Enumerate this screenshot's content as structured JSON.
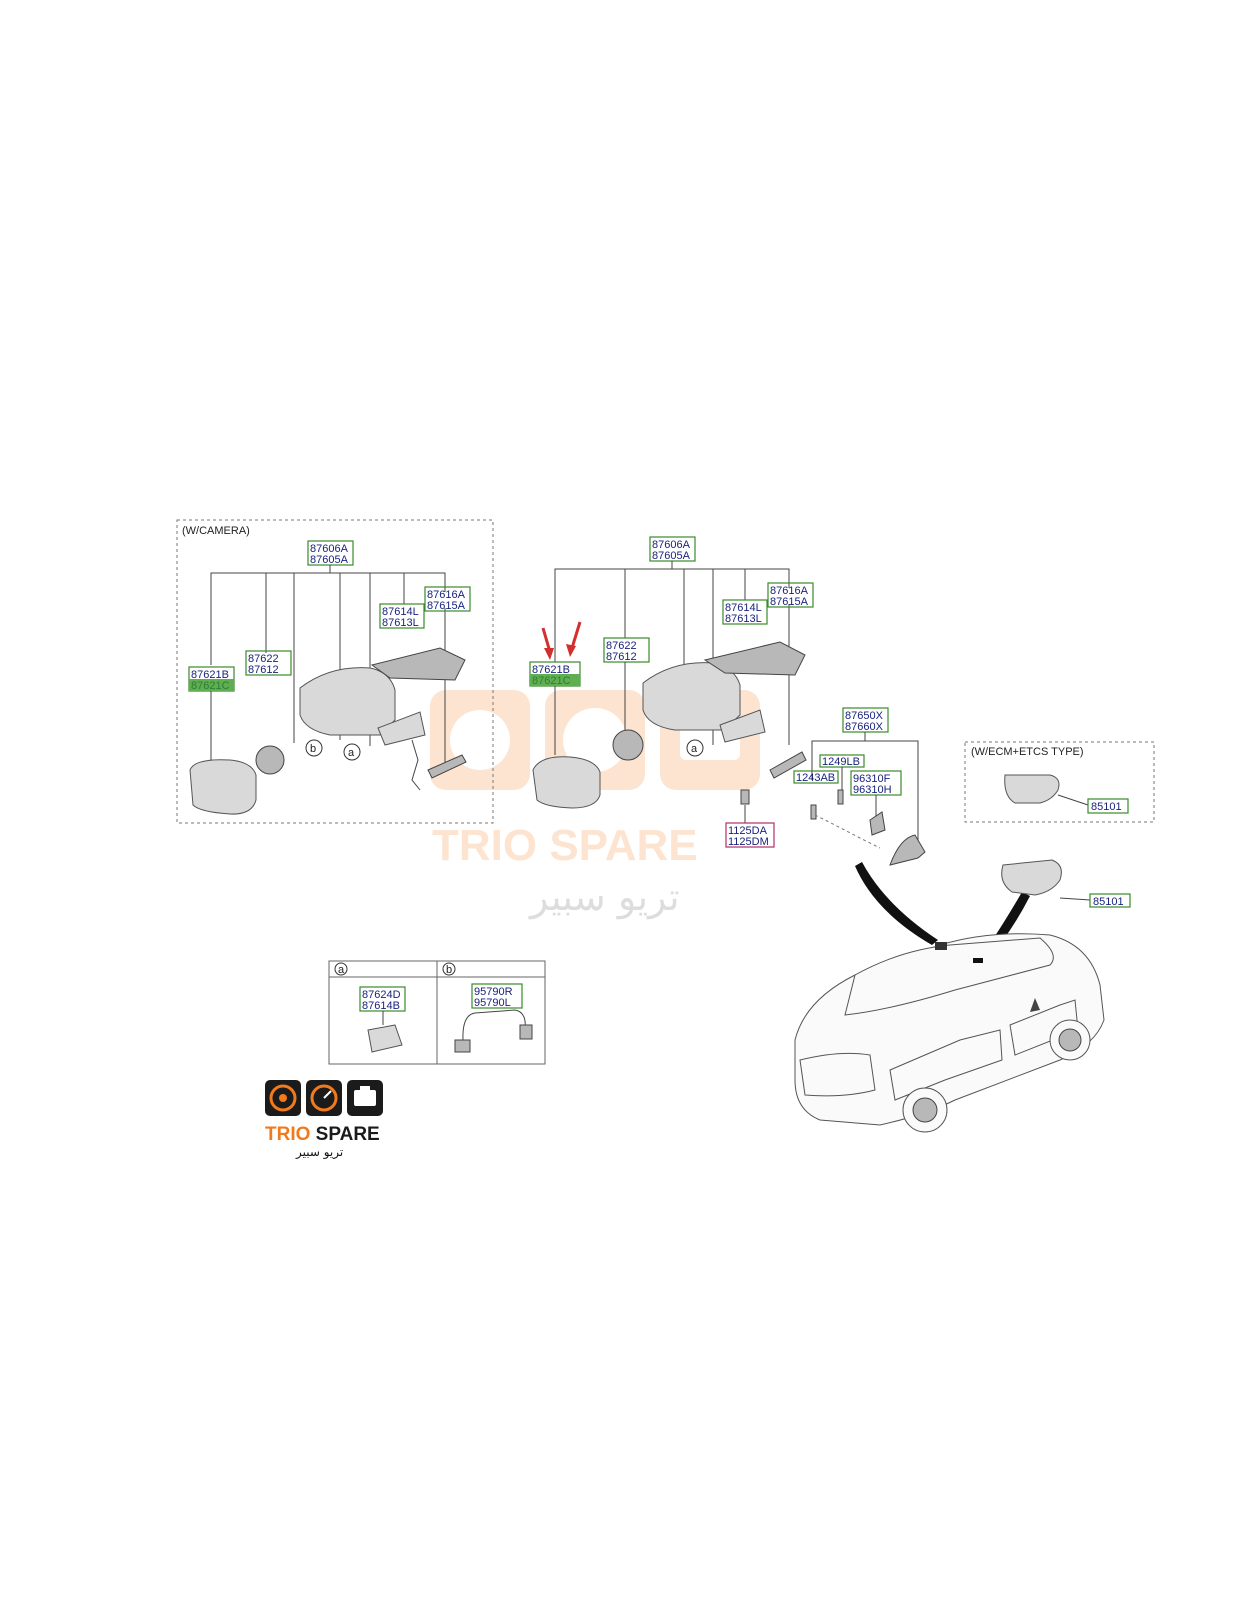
{
  "captions": {
    "camera": "(W/CAMERA)",
    "ecm": "(W/ECM+ETCS TYPE)"
  },
  "callouts": {
    "a": "a",
    "b": "b"
  },
  "left_group": {
    "top_a": "87606A",
    "top_b": "87605A",
    "p87616a": "87616A",
    "p87615a": "87615A",
    "p87614l": "87614L",
    "p87613l": "87613L",
    "p87622": "87622",
    "p87612": "87612",
    "p87621b": "87621B",
    "p87621c": "87621C"
  },
  "right_group": {
    "top_a": "87606A",
    "top_b": "87605A",
    "p87616a": "87616A",
    "p87615a": "87615A",
    "p87614l": "87614L",
    "p87613l": "87613L",
    "p87622": "87622",
    "p87612": "87612",
    "p87621b": "87621B",
    "p87621c": "87621C",
    "p1125da": "1125DA",
    "p1125dm": "1125DM"
  },
  "antenna_group": {
    "p87650x": "87650X",
    "p87660x": "87660X",
    "p1249lb": "1249LB",
    "p1243ab": "1243AB",
    "p96310f": "96310F",
    "p96310h": "96310H"
  },
  "ecm_group": {
    "p85101_top": "85101",
    "p85101_bottom": "85101"
  },
  "detail_box": {
    "a_label": "a",
    "b_label": "b",
    "p87624d": "87624D",
    "p87614b": "87614B",
    "p95790r": "95790R",
    "p95790l": "95790L"
  },
  "watermark": {
    "brand_en": "TRIO SPARE",
    "brand_ar": "تريو سبير"
  },
  "logo": {
    "brand_en": "TRIO SPARE",
    "brand_ar": "تريو سبير",
    "colors": {
      "orange": "#f07a1c",
      "dark": "#1b1b1b"
    }
  }
}
